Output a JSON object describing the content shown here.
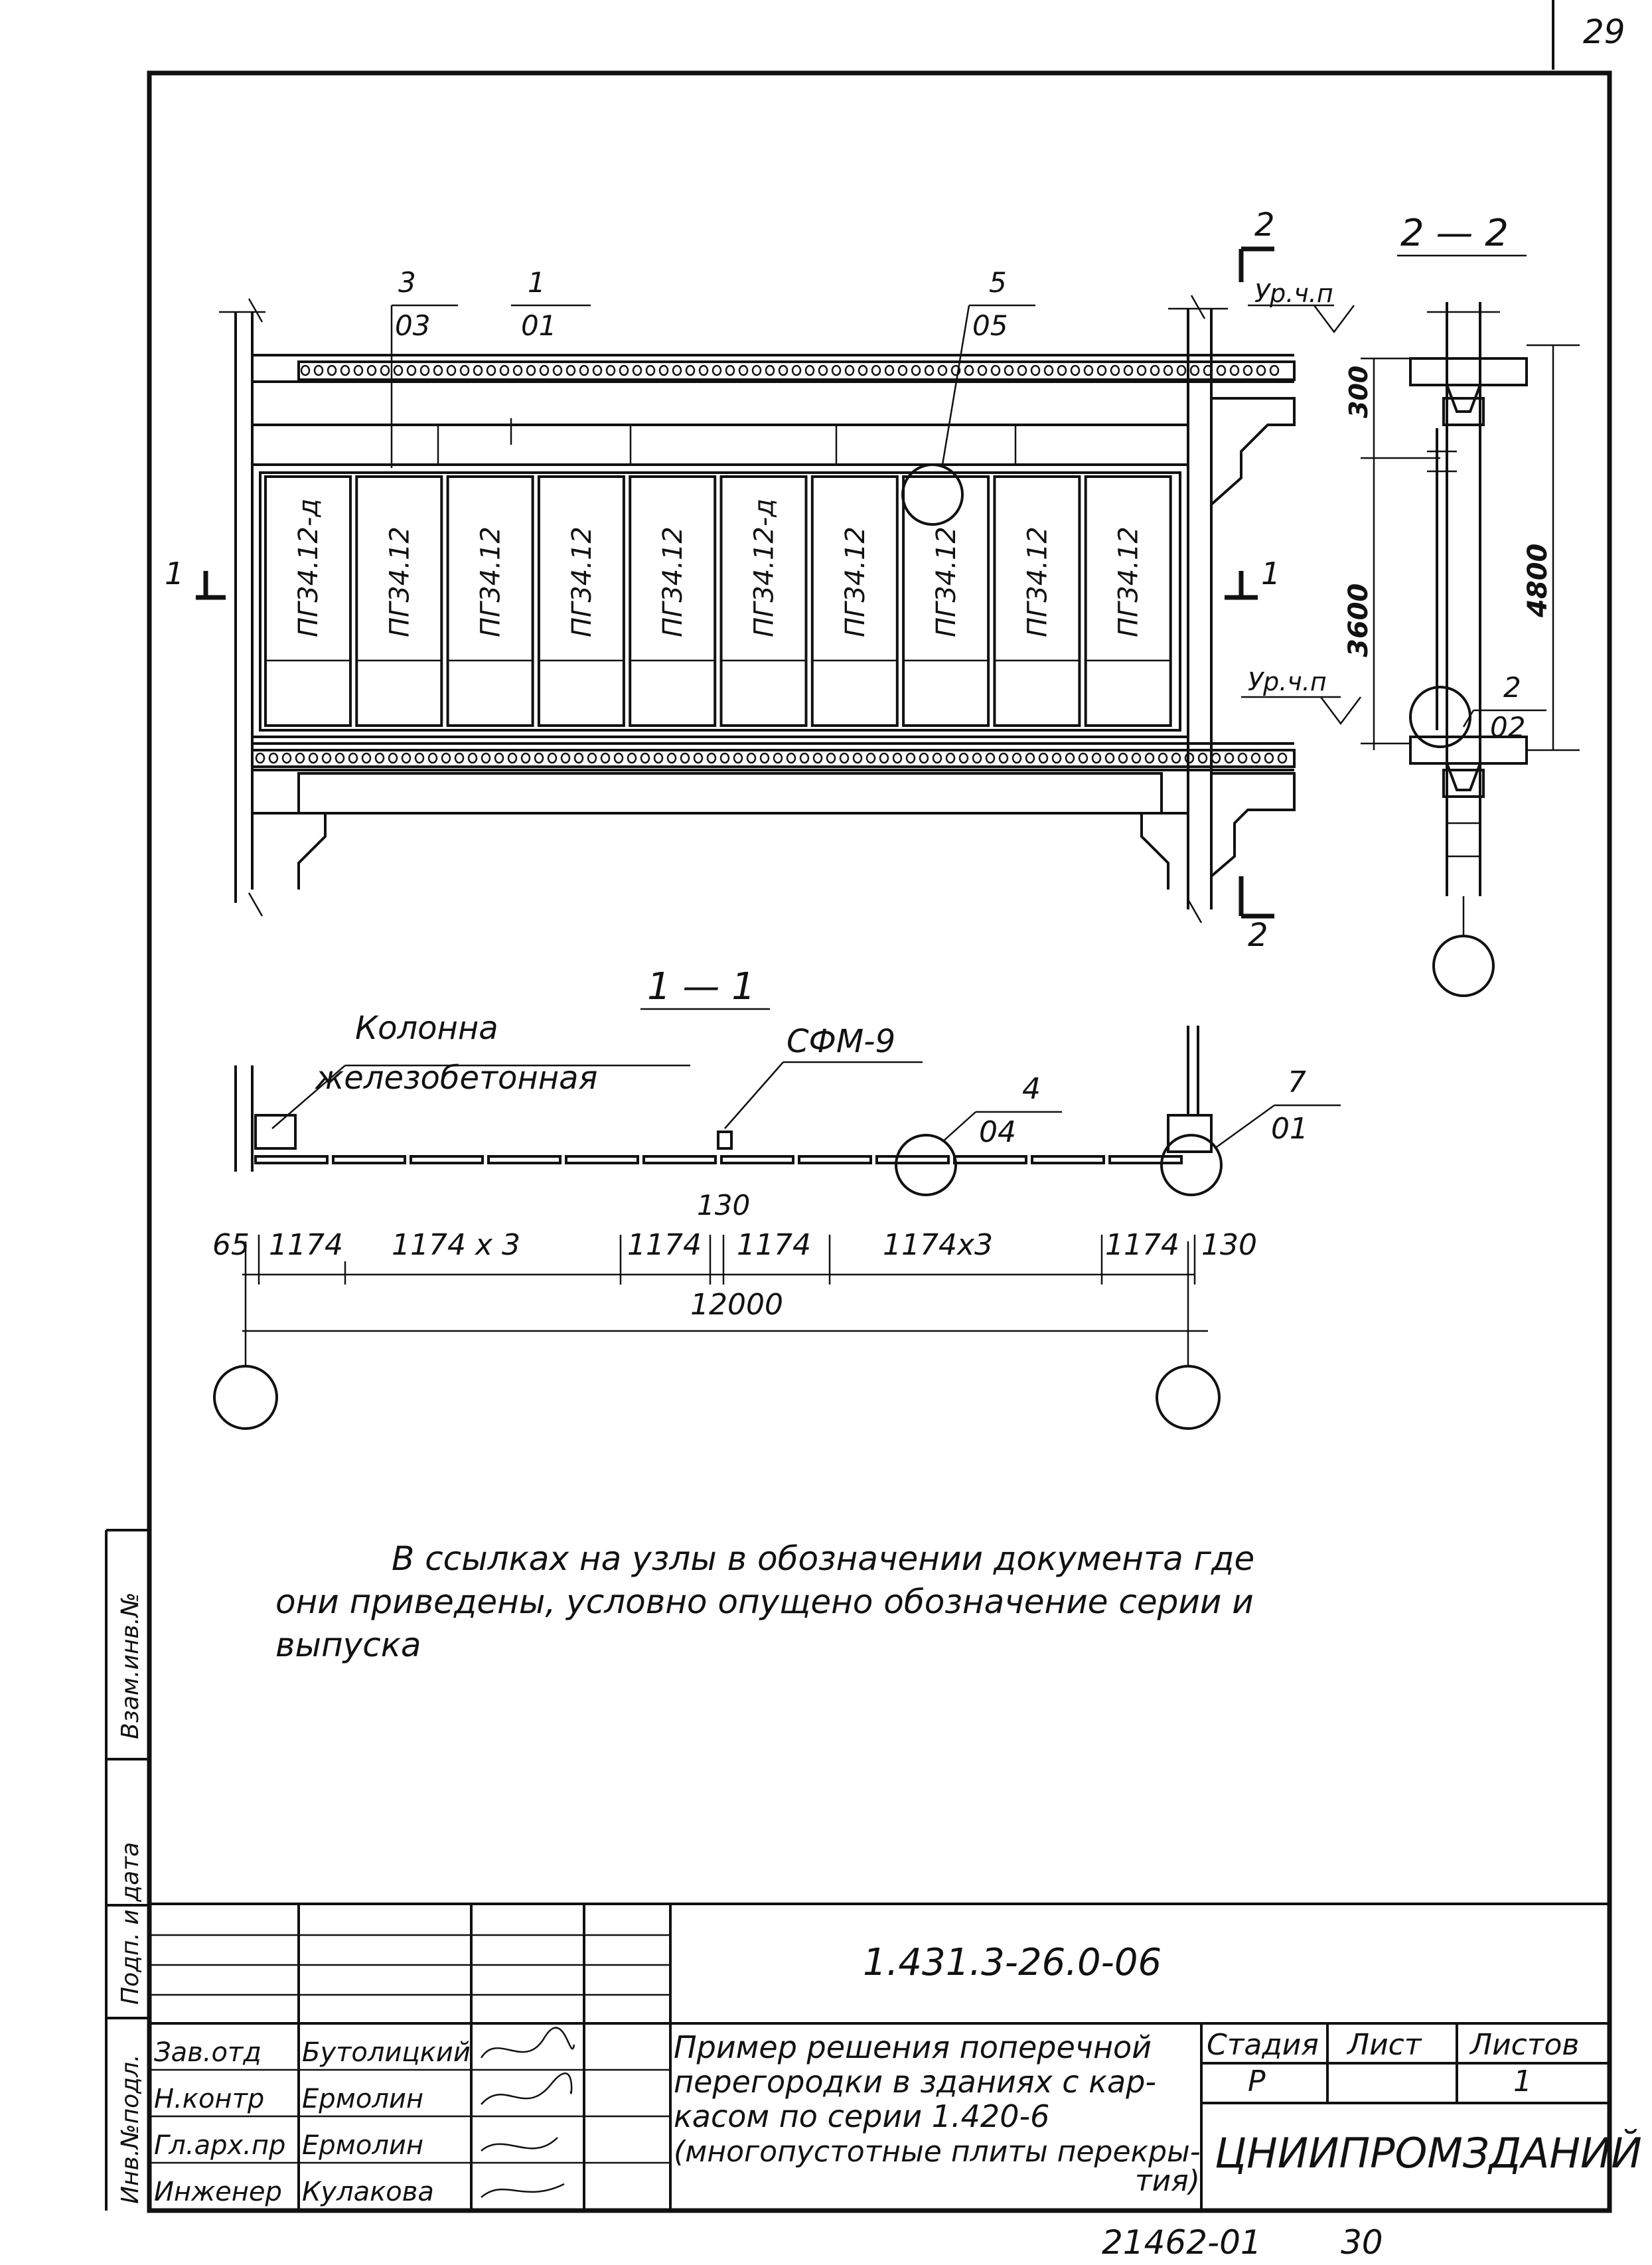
{
  "page_number": "29",
  "elevation": {
    "section_marker_2": "2",
    "section_marker_1": "1",
    "callouts": [
      {
        "num": "3",
        "ref": "03"
      },
      {
        "num": "1",
        "ref": "01"
      },
      {
        "num": "5",
        "ref": "05"
      }
    ],
    "level_label_top": "Ур.ч.п",
    "level_label_bottom": "Ур.ч.п",
    "panels": [
      "ПГ34.12-д",
      "ПГ34.12",
      "ПГ34.12",
      "ПГ34.12",
      "ПГ34.12",
      "ПГ34.12-д",
      "ПГ34.12",
      "ПГ34.12",
      "ПГ34.12",
      "ПГ34.12"
    ]
  },
  "section_2_2": {
    "title": "2 — 2",
    "dim_300": "300",
    "dim_3600": "3600",
    "dim_4800": "4800",
    "callout_num": "2",
    "callout_ref": "02"
  },
  "section_1_1": {
    "title": "1 — 1",
    "label_column_1": "Колонна",
    "label_column_2": "железобетонная",
    "label_cfm": "СФМ-9",
    "callout_4_num": "4",
    "callout_4_ref": "04",
    "callout_7_num": "7",
    "callout_7_ref": "01",
    "dims": [
      "65",
      "1174",
      "1174 х 3",
      "1174",
      "1174",
      "1174х3",
      "1174",
      "130"
    ],
    "dim_130_top": "130",
    "dim_total": "12000"
  },
  "note": {
    "line1": "В ссылках на узлы в обозначении документа где",
    "line2": "они приведены, условно опущено обозначение серии и",
    "line3": "выпуска"
  },
  "side_stamp": [
    "Инв.№подл.",
    "Подп. и дата",
    "Взам.инв.№"
  ],
  "title_block": {
    "doc_code": "1.431.3-26.0-06",
    "roles": [
      "Зав.отд",
      "Н.контр",
      "Гл.арх.пр",
      "Инженер"
    ],
    "names": [
      "Бутолицкий",
      "Ермолин",
      "Ермолин",
      "Кулакова"
    ],
    "title_lines": [
      "Пример решения поперечной",
      "перегородки в зданиях с кар-",
      "касом по серии 1.420-6",
      "(многопустотные плиты перекры-",
      "тия)"
    ],
    "stage_header": "Стадия",
    "sheet_header": "Лист",
    "sheets_header": "Листов",
    "stage_value": "Р",
    "sheets_value": "1",
    "organization": "ЦНИИПРОМЗДАНИЙ"
  },
  "footer": {
    "number": "21462-01",
    "sheet": "30"
  }
}
